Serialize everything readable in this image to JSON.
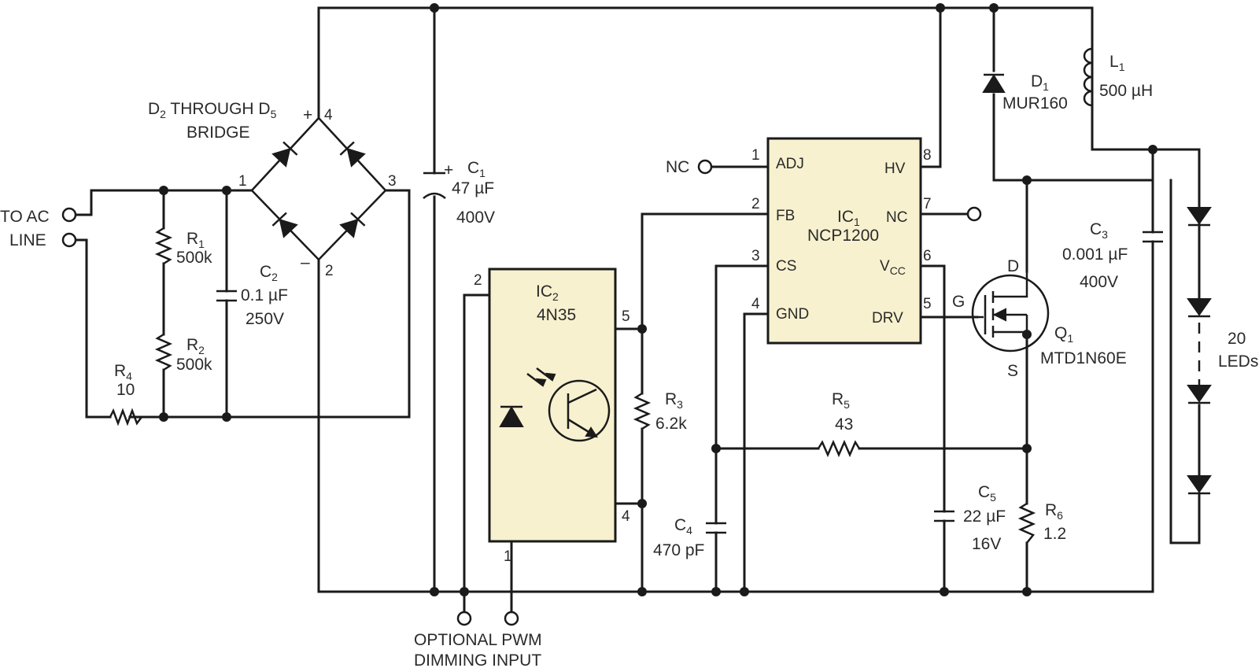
{
  "input": {
    "line1": "TO AC",
    "line2": "LINE"
  },
  "bridge": {
    "name_a": "D",
    "name_a_sub": "2",
    "name_b": " THROUGH D",
    "name_b_sub": "5",
    "line2": "BRIDGE",
    "plus": "+",
    "minus": "–",
    "pin1": "1",
    "pin2": "2",
    "pin3": "3",
    "pin4": "4"
  },
  "r1": {
    "ref": "R",
    "sub": "1",
    "value": "500k"
  },
  "r2": {
    "ref": "R",
    "sub": "2",
    "value": "500k"
  },
  "r4": {
    "ref": "R",
    "sub": "4",
    "value": "10"
  },
  "c2": {
    "ref": "C",
    "sub": "2",
    "value": "0.1 µF",
    "voltage": "250V"
  },
  "c1": {
    "ref": "C",
    "sub": "1",
    "value": "47 µF",
    "voltage": "400V",
    "plus": "+"
  },
  "ic1": {
    "ref": "IC",
    "sub": "1",
    "part": "NCP1200",
    "pins": [
      {
        "num": "1",
        "name": "ADJ"
      },
      {
        "num": "2",
        "name": "FB"
      },
      {
        "num": "3",
        "name": "CS"
      },
      {
        "num": "4",
        "name": "GND"
      },
      {
        "num": "5",
        "name": "DRV"
      },
      {
        "num": "6",
        "name": "V",
        "name_sub": "CC"
      },
      {
        "num": "7",
        "name": "NC"
      },
      {
        "num": "8",
        "name": "HV"
      }
    ],
    "nc_left": "NC"
  },
  "ic2": {
    "ref": "IC",
    "sub": "2",
    "part": "4N35",
    "pin1": "1",
    "pin2": "2",
    "pin4": "4",
    "pin5": "5"
  },
  "r3": {
    "ref": "R",
    "sub": "3",
    "value": "6.2k"
  },
  "r5": {
    "ref": "R",
    "sub": "5",
    "value": "43"
  },
  "r6": {
    "ref": "R",
    "sub": "6",
    "value": "1.2"
  },
  "c4": {
    "ref": "C",
    "sub": "4",
    "value": "470 pF"
  },
  "c5": {
    "ref": "C",
    "sub": "5",
    "value": "22 µF",
    "voltage": "16V"
  },
  "c3": {
    "ref": "C",
    "sub": "3",
    "value": "0.001 µF",
    "voltage": "400V"
  },
  "d1": {
    "ref": "D",
    "sub": "1",
    "part": "MUR160"
  },
  "l1": {
    "ref": "L",
    "sub": "1",
    "value": "500 µH"
  },
  "q1": {
    "ref": "Q",
    "sub": "1",
    "part": "MTD1N60E",
    "d": "D",
    "g": "G",
    "s": "S"
  },
  "leds": {
    "count": "20",
    "label": "LEDs"
  },
  "pwm": {
    "line1": "OPTIONAL PWM",
    "line2": "DIMMING INPUT"
  }
}
